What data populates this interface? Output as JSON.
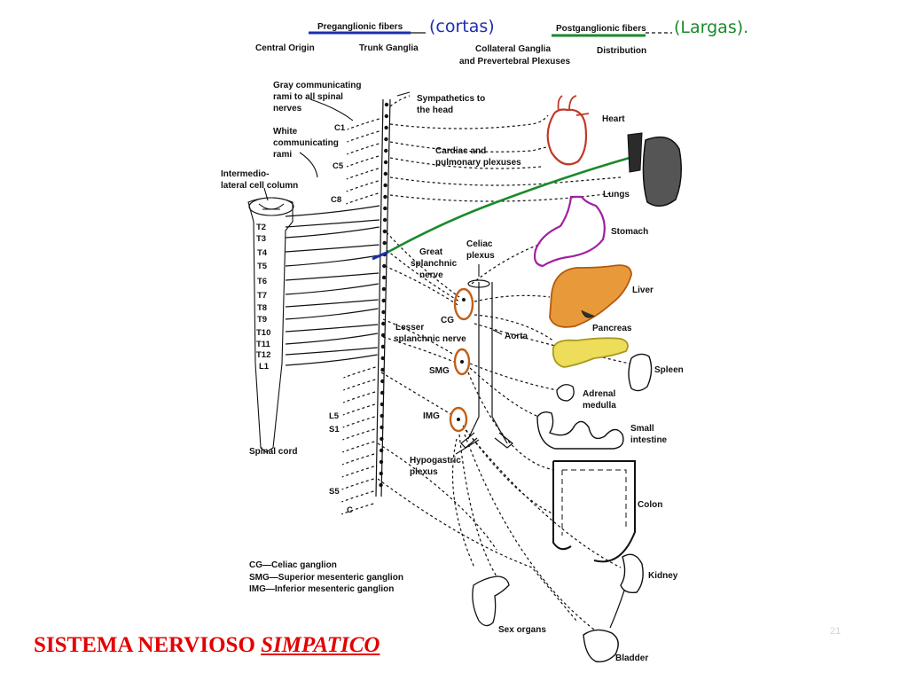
{
  "legend": {
    "preganglionic": "Preganglionic fibers",
    "preganglionic_note": "(cortas)",
    "postganglionic": "Postganglionic fibers",
    "postganglionic_note": "(Largas).",
    "preganglionic_color": "#1c2fb0",
    "postganglionic_color": "#1a8a2a"
  },
  "columns": {
    "central_origin": "Central Origin",
    "trunk_ganglia": "Trunk Ganglia",
    "collateral_line1": "Collateral Ganglia",
    "collateral_line2": "and Prevertebral Plexuses",
    "distribution": "Distribution"
  },
  "labels": {
    "gray_rami": [
      "Gray communicating",
      "rami to all spinal",
      "nerves"
    ],
    "white_rami": [
      "White",
      "communicating",
      "rami"
    ],
    "intermediolateral": [
      "Intermedio-",
      "lateral cell column"
    ],
    "spinal_cord": "Spinal cord",
    "sympathetics_head": [
      "Sympathetics to",
      "the head"
    ],
    "cardiac_plexuses": [
      "Cardiac and",
      "pulmonary plexuses"
    ],
    "great_splanchnic": [
      "Great",
      "splanchnic",
      "nerve"
    ],
    "celiac_plexus": [
      "Celiac",
      "plexus"
    ],
    "cg": "CG",
    "lesser_splanchnic": [
      "Lesser",
      "splanchnic nerve"
    ],
    "aorta": "Aorta",
    "smg": "SMG",
    "img": "IMG",
    "hypogastric": [
      "Hypogastric",
      "plexus"
    ]
  },
  "segments": {
    "c1": "C1",
    "c5": "C5",
    "c8": "C8",
    "t2": "T2",
    "t3": "T3",
    "t4": "T4",
    "t5": "T5",
    "t6": "T6",
    "t7": "T7",
    "t8": "T8",
    "t9": "T9",
    "t10": "T10",
    "t11": "T11",
    "t12": "T12",
    "l1": "L1",
    "l5": "L5",
    "s1": "S1",
    "s5": "S5",
    "c": "C"
  },
  "organs": {
    "heart": "Heart",
    "lungs": "Lungs",
    "stomach": "Stomach",
    "liver": "Liver",
    "pancreas": "Pancreas",
    "spleen": "Spleen",
    "adrenal": [
      "Adrenal",
      "medulla"
    ],
    "small_intestine": [
      "Small",
      "intestine"
    ],
    "colon": "Colon",
    "kidney": "Kidney",
    "sex_organs": "Sex organs",
    "bladder": "Bladder"
  },
  "organ_colors": {
    "heart": "#c0392b",
    "lungs": "#1a1a1a",
    "stomach": "#a020a0",
    "liver": "#e0801a",
    "pancreas": "#e8d84a"
  },
  "abbreviations": [
    "CG—Celiac ganglion",
    "SMG—Superior mesenteric ganglion",
    "IMG—Inferior mesenteric ganglion"
  ],
  "slide_title": {
    "main": "SISTEMA NERVIOSO ",
    "emphasis": "SIMPATICO",
    "color": "#e30000"
  },
  "slide_number": "21"
}
